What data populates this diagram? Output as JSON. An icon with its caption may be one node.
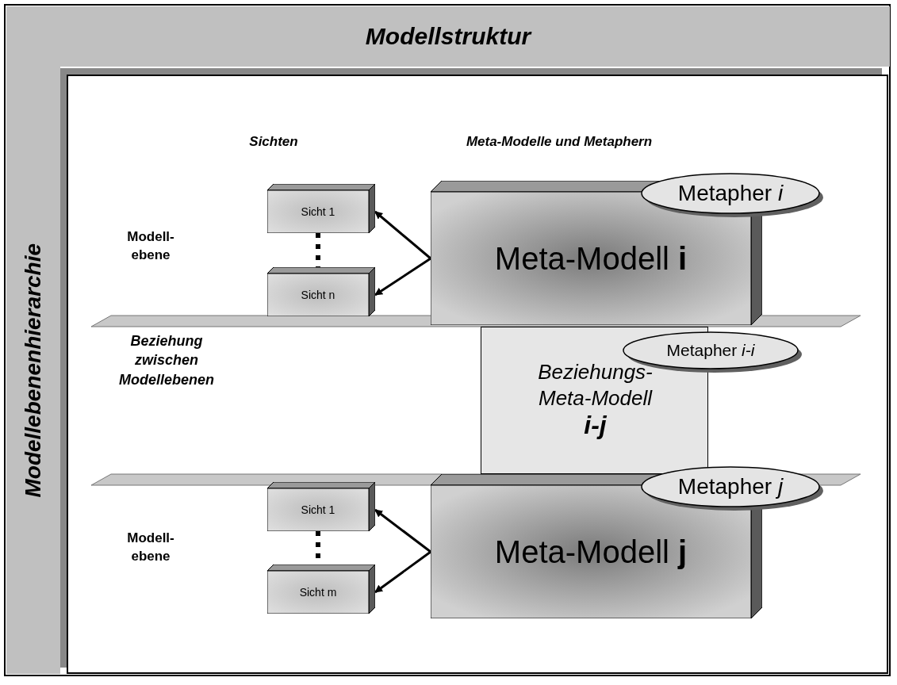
{
  "diagram": {
    "nodes": [
      {
        "text": [
          "Modellstruktur"
        ]
      },
      {
        "text": [
          "Modellebenenhierarchie"
        ]
      },
      {
        "text": [
          "Meta-Modell **i**"
        ]
      },
      {
        "text": [
          "Metapher *i*"
        ]
      },
      {
        "text": [
          "Sicht 1"
        ]
      },
      {
        "text": [
          "Sicht n"
        ]
      },
      {
        "text": [
          "Beziehungs- Meta-Modell",
          "i-j"
        ]
      },
      {
        "text": [
          "Metapher *i-i*"
        ]
      },
      {
        "text": [
          "Meta-Modell **j**"
        ]
      },
      {
        "text": [
          "Metapher *j*"
        ]
      },
      {
        "text": [
          "Sicht 1"
        ]
      },
      {
        "text": [
          "Sicht m"
        ]
      }
    ],
    "edges": [
      {
        "from": 2,
        "to": 4,
        "arrow": "to"
      },
      {
        "from": 2,
        "to": 5,
        "arrow": "to"
      },
      {
        "from": 4,
        "to": 5,
        "arrow": "none",
        "style": "dashed"
      },
      {
        "from": 8,
        "to": 10,
        "arrow": "to"
      },
      {
        "from": 8,
        "to": 11,
        "arrow": "to"
      },
      {
        "from": 10,
        "to": 11,
        "arrow": "none",
        "style": "dashed"
      }
    ],
    "labels": [
      "Sichten",
      "Meta-Modelle und Metaphern",
      "Modell- ebene",
      "Beziehung zwischen Modellebenen",
      "Modell- ebene"
    ]
  }
}
